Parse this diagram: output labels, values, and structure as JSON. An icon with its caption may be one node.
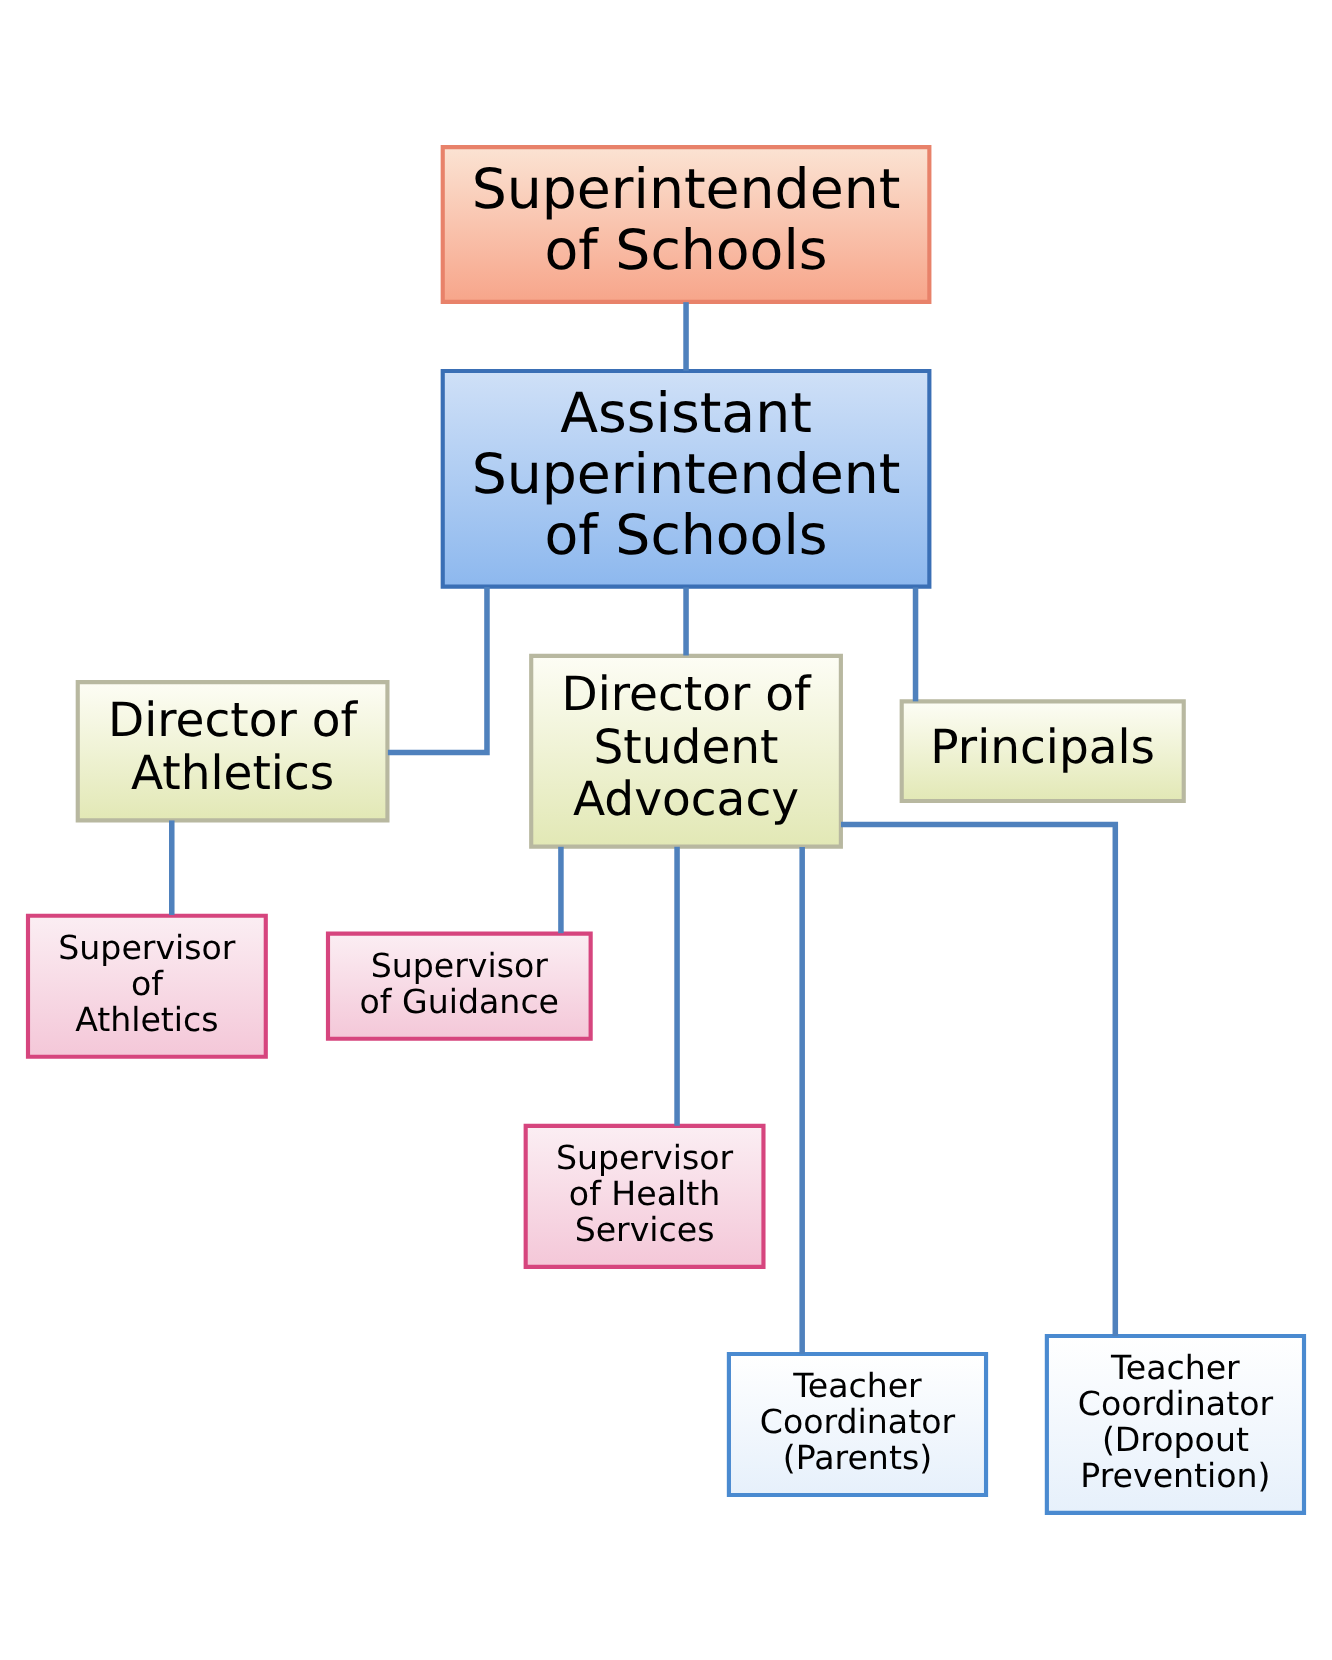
{
  "diagram": {
    "nodes": [
      {
        "text": [
          "Superintendent of Schools"
        ]
      },
      {
        "text": [
          "Assistant Superintendent of Schools"
        ]
      },
      {
        "text": [
          "Director of Athletics"
        ]
      },
      {
        "text": [
          "Director of Student Advocacy"
        ]
      },
      {
        "text": [
          "Principals"
        ]
      },
      {
        "text": [
          "Supervisor of Athletics"
        ]
      },
      {
        "text": [
          "Supervisor of Guidance"
        ]
      },
      {
        "text": [
          "Supervisor of Health Services"
        ]
      },
      {
        "text": [
          "Teacher Coordinator (Parents)"
        ]
      },
      {
        "text": [
          "Teacher Coordinator (Dropout Prevention)"
        ]
      }
    ],
    "edges": [
      {
        "from": 0,
        "to": 1,
        "arrow": "none"
      },
      {
        "from": 1,
        "to": 2,
        "arrow": "none"
      },
      {
        "from": 1,
        "to": 3,
        "arrow": "none"
      },
      {
        "from": 1,
        "to": 4,
        "arrow": "none"
      },
      {
        "from": 2,
        "to": 5,
        "arrow": "none"
      },
      {
        "from": 3,
        "to": 6,
        "arrow": "none"
      },
      {
        "from": 3,
        "to": 7,
        "arrow": "none"
      },
      {
        "from": 3,
        "to": 8,
        "arrow": "none"
      },
      {
        "from": 3,
        "to": 9,
        "arrow": "none"
      }
    ]
  }
}
